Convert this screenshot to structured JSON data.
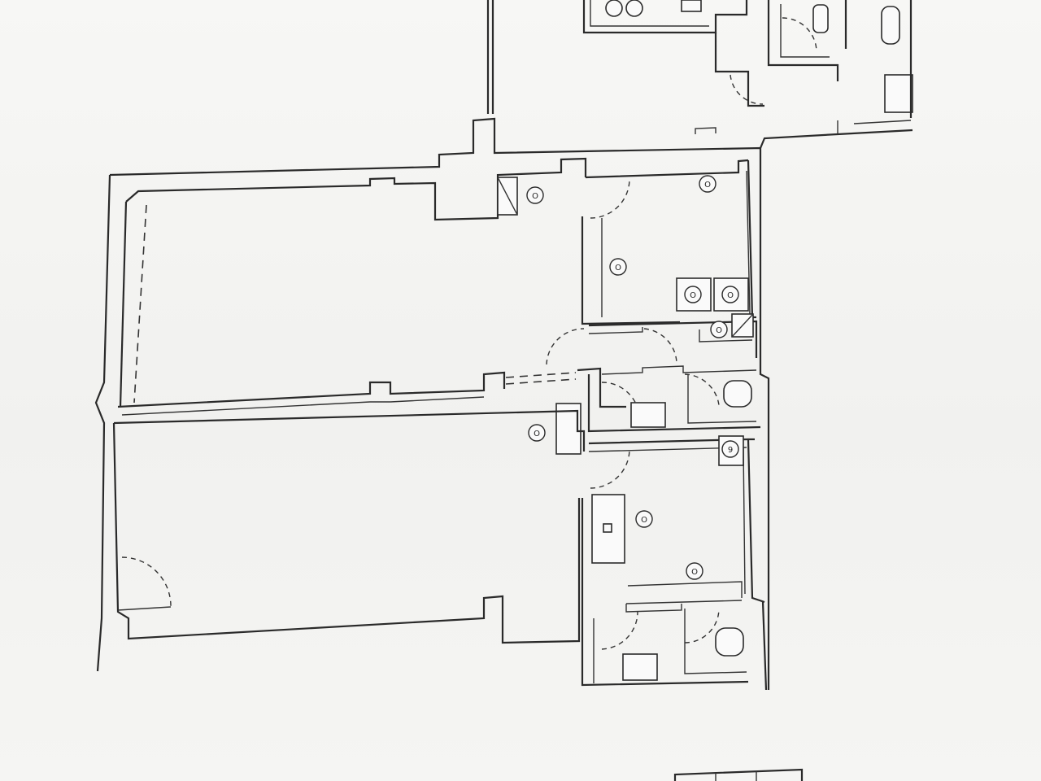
{
  "plan": {
    "wall_color": "#2a2a2a",
    "background_color": "#f4f4f2"
  },
  "markers": [
    {
      "id": "m1",
      "label": "O"
    },
    {
      "id": "m2",
      "label": "O"
    },
    {
      "id": "m3",
      "label": "O"
    },
    {
      "id": "m4",
      "label": "O"
    },
    {
      "id": "m5",
      "label": "O"
    },
    {
      "id": "m6",
      "label": "O"
    },
    {
      "id": "m7",
      "label": "O"
    },
    {
      "id": "m8",
      "label": "9"
    },
    {
      "id": "m9",
      "label": "O"
    },
    {
      "id": "m10",
      "label": "O"
    }
  ]
}
